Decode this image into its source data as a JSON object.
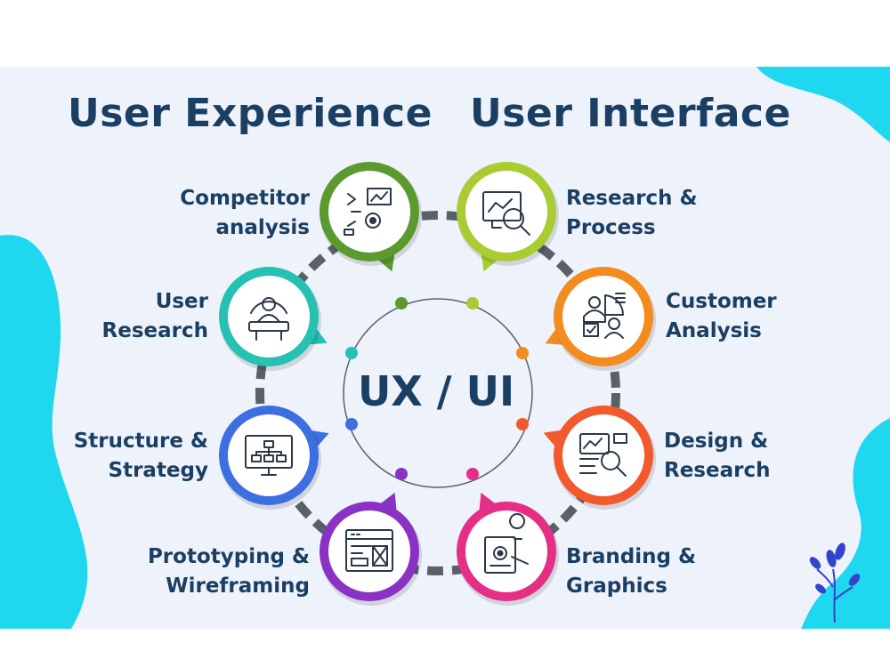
{
  "headings": {
    "left": "User Experience",
    "right": "User Interface"
  },
  "center": "UX / UI",
  "nodes": [
    {
      "key": "competitor",
      "lines": [
        "Competitor",
        "analysis"
      ],
      "color": "#5b9a2f",
      "icon": "competitor-analysis-icon"
    },
    {
      "key": "user-research",
      "lines": [
        "User",
        "Research"
      ],
      "color": "#26c1b2",
      "icon": "user-research-icon"
    },
    {
      "key": "structure",
      "lines": [
        "Structure &",
        "Strategy"
      ],
      "color": "#3d6fe0",
      "icon": "sitemap-monitor-icon"
    },
    {
      "key": "prototyping",
      "lines": [
        "Prototyping &",
        "Wireframing"
      ],
      "color": "#8a32c4",
      "icon": "wireframe-icon"
    },
    {
      "key": "branding",
      "lines": [
        "Branding &",
        "Graphics"
      ],
      "color": "#e52f86",
      "icon": "branding-icon"
    },
    {
      "key": "design",
      "lines": [
        "Design &",
        "Research"
      ],
      "color": "#f25a2d",
      "icon": "design-research-icon"
    },
    {
      "key": "customer",
      "lines": [
        "Customer",
        "Analysis"
      ],
      "color": "#f28c1e",
      "icon": "customer-analysis-icon"
    },
    {
      "key": "research-process",
      "lines": [
        "Research &",
        "Process"
      ],
      "color": "#a8cc32",
      "icon": "research-process-icon"
    }
  ],
  "colors": {
    "text": "#1b3f63",
    "background": "#eef2fb",
    "accent_blob": "#1fd8f0",
    "chain": "#5a6068"
  }
}
